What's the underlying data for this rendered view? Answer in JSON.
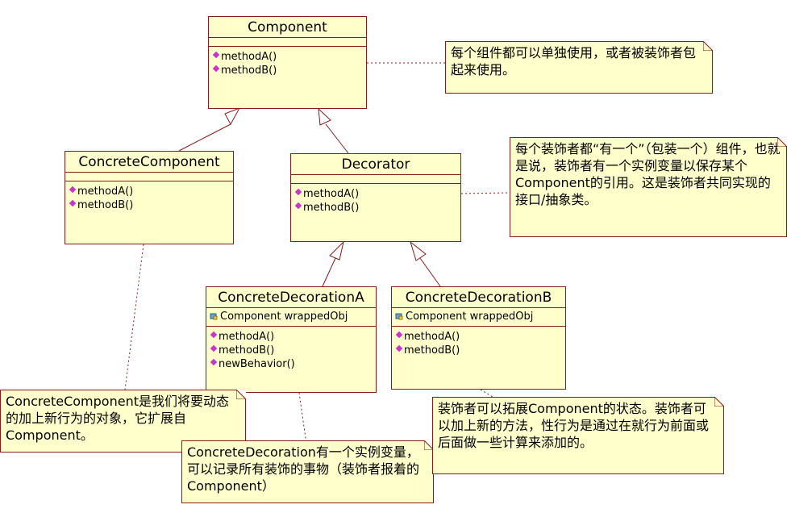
{
  "classes": {
    "component": {
      "name": "Component",
      "methods": [
        "methodA()",
        "methodB()"
      ]
    },
    "concrete_component": {
      "name": "ConcreteComponent",
      "methods": [
        "methodA()",
        "methodB()"
      ]
    },
    "decorator": {
      "name": "Decorator",
      "methods": [
        "methodA()",
        "methodB()"
      ]
    },
    "concrete_decoration_a": {
      "name": "ConcreteDecorationA",
      "attributes": [
        "Component wrappedObj"
      ],
      "methods": [
        "methodA()",
        "methodB()",
        "newBehavior()"
      ]
    },
    "concrete_decoration_b": {
      "name": "ConcreteDecorationB",
      "attributes": [
        "Component wrappedObj"
      ],
      "methods": [
        "methodA()",
        "methodB()"
      ]
    }
  },
  "notes": {
    "component_note": "每个组件都可以单独使用，或者被装饰者包起来使用。",
    "decorator_note": "每个装饰者都“有一个”（包装一个）组件，也就是说，装饰者有一个实例变量以保存某个Component的引用。这是装饰者共同实现的接口/抽象类。",
    "concrete_component_note": "ConcreteComponent是我们将要动态的加上新行为的对象，它扩展自Component。",
    "decoration_a_note": "ConcreteDecoration有一个实例变量，可以记录所有装饰的事物（装饰者报着的Component）",
    "decoration_b_note": "装饰者可以拓展Component的状态。装饰者可以加上新的方法，性行为是通过在就行为前面或后面做一些计算来添加的。"
  },
  "relations": [
    {
      "type": "generalization",
      "from": "ConcreteComponent",
      "to": "Component"
    },
    {
      "type": "generalization",
      "from": "Decorator",
      "to": "Component"
    },
    {
      "type": "generalization",
      "from": "ConcreteDecorationA",
      "to": "Decorator"
    },
    {
      "type": "generalization",
      "from": "ConcreteDecorationB",
      "to": "Decorator"
    }
  ],
  "icons": {
    "operation": "operation-icon",
    "attribute": "attribute-icon"
  },
  "colors": {
    "fill": "#ffffcc",
    "border": "#8b1a1a",
    "operation_icon": "#cc33cc"
  }
}
